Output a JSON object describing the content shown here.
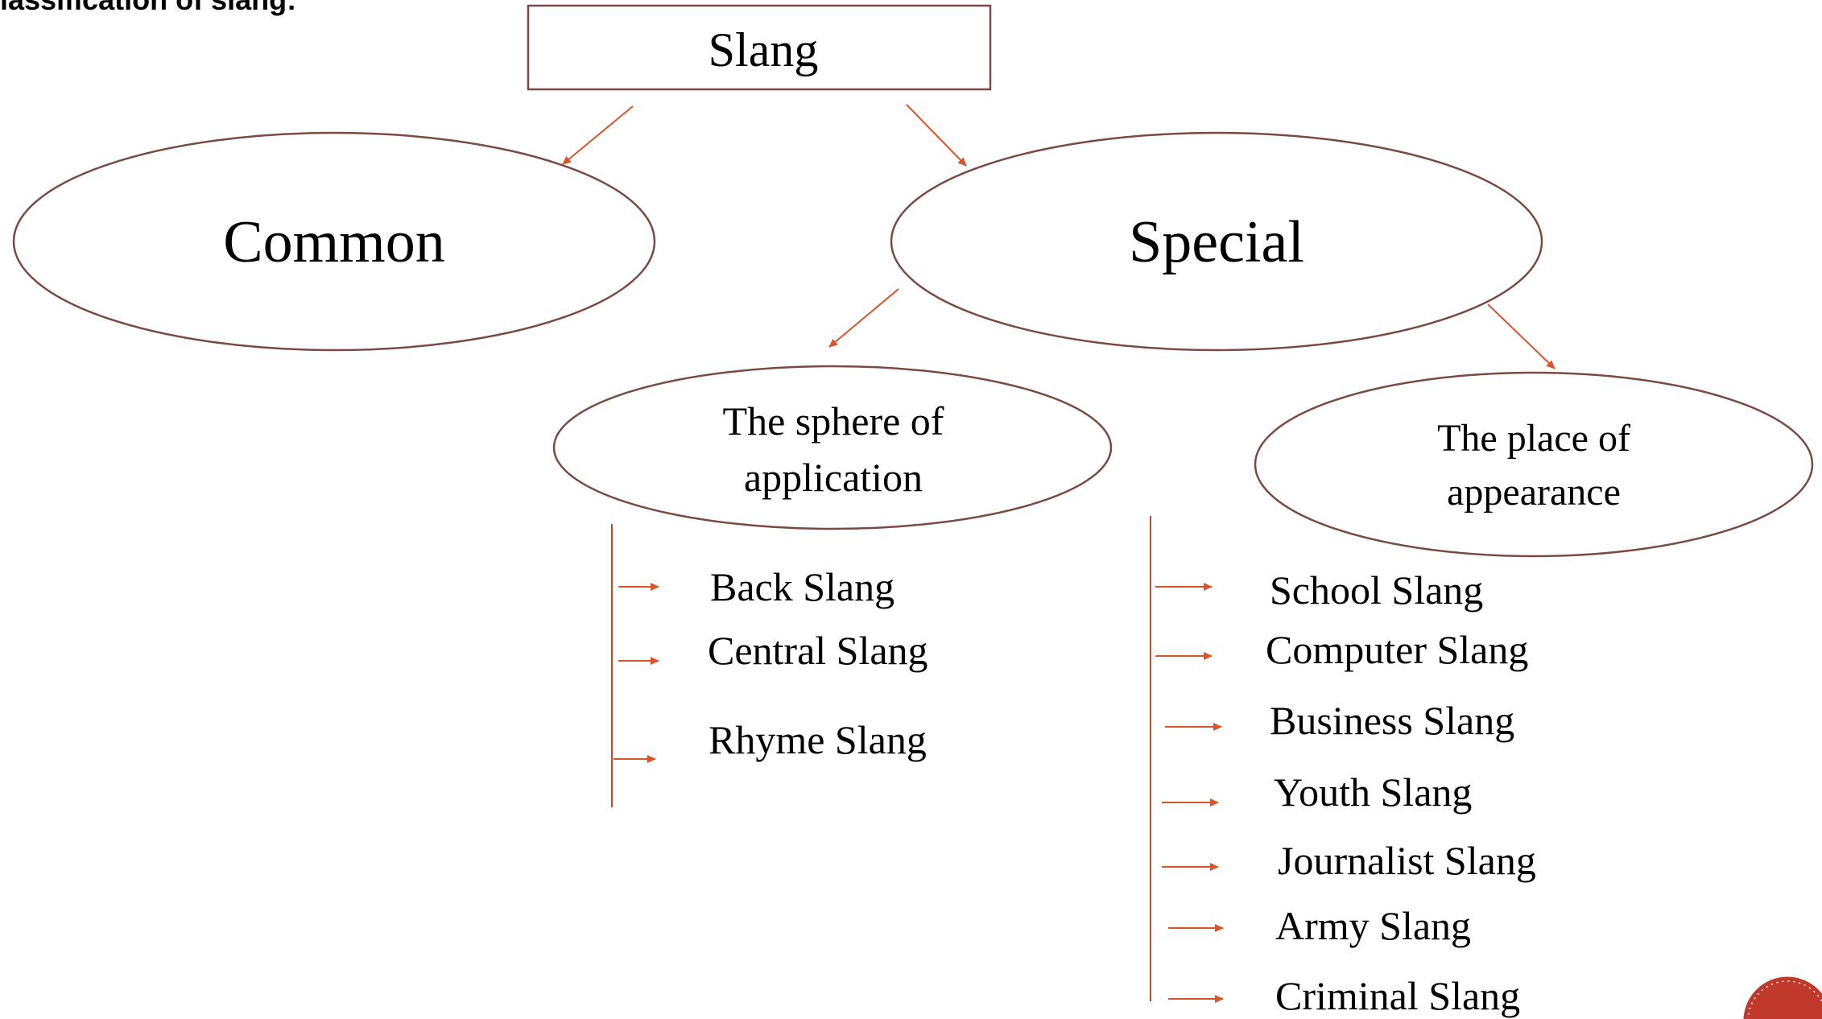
{
  "heading": "lassification of slang:",
  "root": {
    "label": "Slang"
  },
  "nodes": {
    "common": "Common",
    "special": "Special",
    "sphere": {
      "line1": "The sphere of",
      "line2": "application"
    },
    "place": {
      "line1": "The place of",
      "line2": "appearance"
    }
  },
  "sphere_items": [
    "Back Slang",
    "Central Slang",
    "Rhyme Slang"
  ],
  "place_items": [
    "School Slang",
    "Computer Slang",
    "Business Slang",
    "Youth Slang",
    "Journalist Slang",
    "Army Slang",
    "Criminal Slang"
  ],
  "colors": {
    "shape_stroke": "#7a4b45",
    "arrow": "#d9542b",
    "badge": "#c0392b"
  }
}
